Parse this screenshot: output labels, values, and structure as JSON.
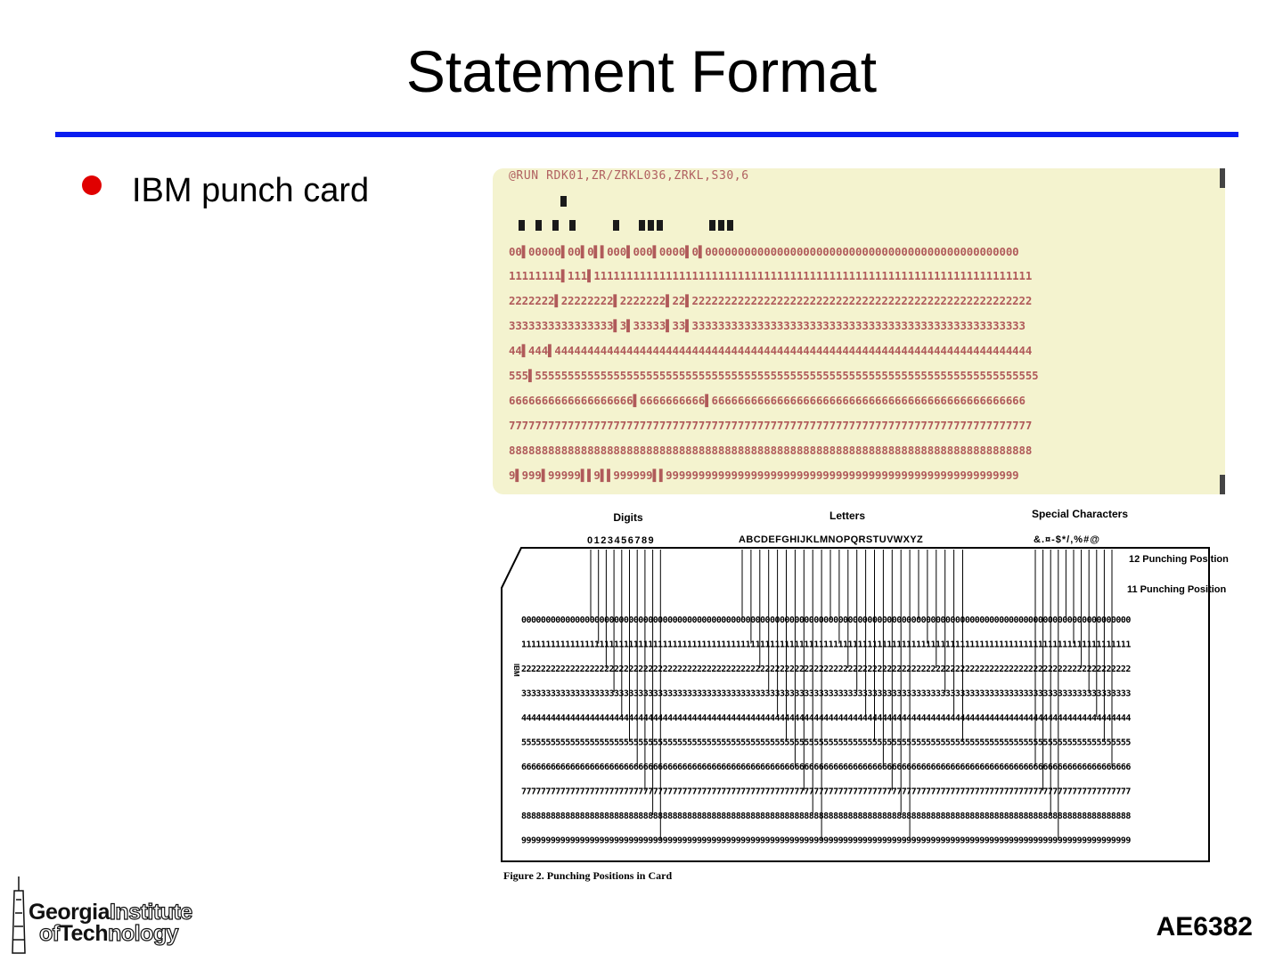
{
  "slide": {
    "title": "Statement Format",
    "bullet": "IBM punch card",
    "course_code": "AE6382",
    "accent_color": "#0a1cf0",
    "bullet_color": "#e00000"
  },
  "card": {
    "header": "@RUN RDK01,ZR/ZRKL036,ZRKL,S30,6",
    "background": "#f4f3cf",
    "rows": [
      "00▌00000▌00▌0▌▌000▌000▌0000▌0▌000000000000000000000000000000000000000000000000",
      "11111111▌111▌1111111111111111111111111111111111111111111111111111111111111111111",
      "2222222▌22222222▌2222222▌22▌2222222222222222222222222222222222222222222222222222",
      "3333333333333333▌3▌33333▌33▌333333333333333333333333333333333333333333333333333",
      "44▌444▌4444444444444444444444444444444444444444444444444444444444444444444444444",
      "555▌55555555555555555555555555555555555555555555555555555555555555555555555555555",
      "6666666666666666666▌6666666666▌666666666666666666666666666666666666666666666666",
      "77777777777777777777777777777777777777777777777777777777777777777777777777777777",
      "88888888888888888888888888888888888888888888888888888888888888888888888888888888",
      "9▌999▌99999▌▌9▌▌999999▌▌999999999999999999999999999999999999999999999999999999"
    ]
  },
  "diagram": {
    "groups": [
      "Digits",
      "Letters",
      "Special Characters"
    ],
    "digits_label": "0123456789",
    "letters_label": "ABCDEFGHIJKLMNOPQRSTUVWXYZ",
    "special_label": "&.¤-$*/,%#@",
    "punch_12": "12 Punching Position",
    "punch_11": "11 Punching Position",
    "side_label": "IBM",
    "caption": "Figure 2.  Punching Positions in Card"
  },
  "logo": {
    "line1_solid": "Georgia",
    "line1_outline": "Institute",
    "line2_outline_a": "of",
    "line2_solid": "Tech",
    "line2_outline_b": "nology"
  }
}
